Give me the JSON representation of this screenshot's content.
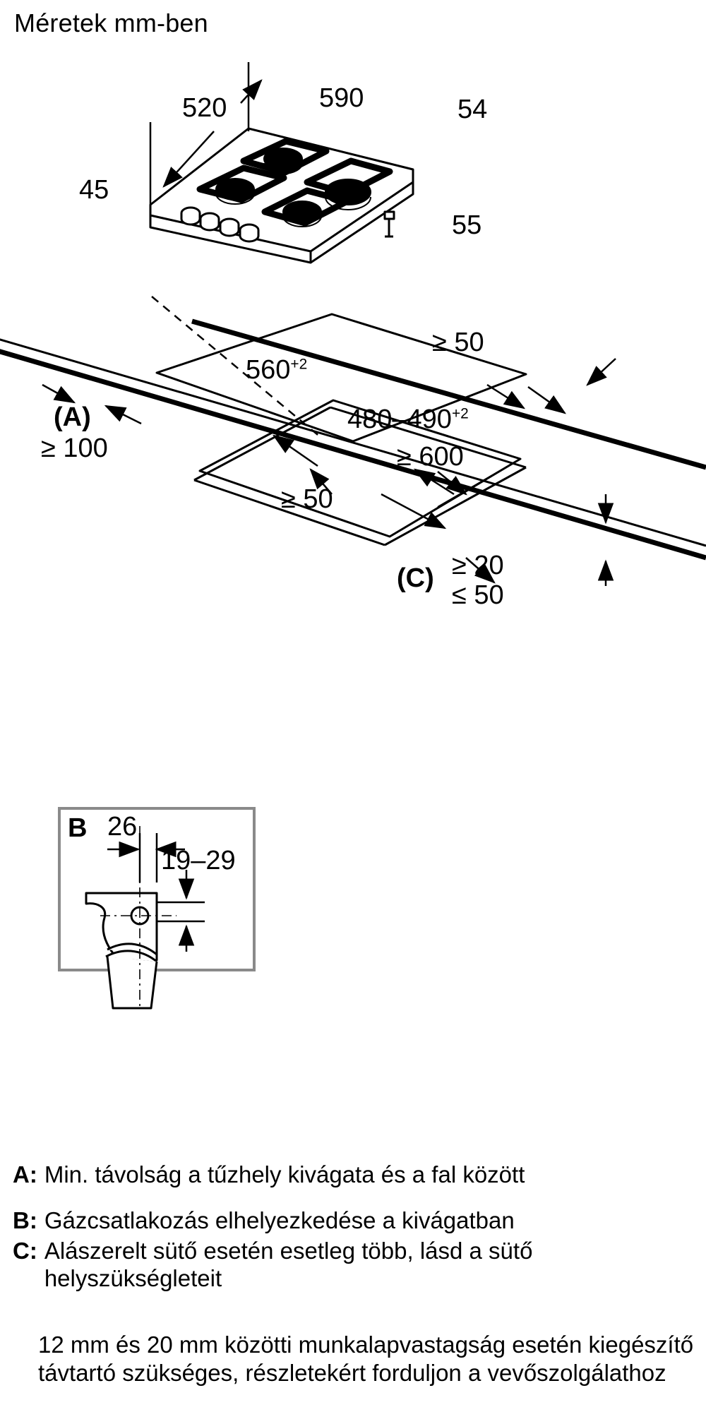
{
  "title": "Méretek mm-ben",
  "appliance_dimensions": {
    "depth": "520",
    "width": "590",
    "front_lip_height": "45",
    "top_frame_height": "54",
    "body_height": "55"
  },
  "cutout_dimensions": {
    "cutout_width": "560",
    "cutout_width_tol": "+2",
    "cutout_depth": "480–490",
    "cutout_depth_tol": "+2",
    "wall_distance_rear": "≥ 50",
    "wall_distance_front": "≥ 50",
    "wall_distance_side_a": "≥ 100",
    "worktop_clearance": "≥ 600",
    "label_a": "(A)",
    "label_c": "(C)",
    "overhang_min": "≥ 20",
    "overhang_max": "≤ 50"
  },
  "detail_b": {
    "letter": "B",
    "offset_horizontal": "26",
    "offset_vertical": "19–29"
  },
  "legend": [
    {
      "key": "A:",
      "text": "Min. távolság a tűzhely kivágata és a fal között"
    },
    {
      "key": "B:",
      "text": "Gázcsatlakozás elhelyezkedése a kivágatban"
    },
    {
      "key": "C:",
      "text": "Alászerelt sütő esetén esetleg több, lásd a sütő helyszükségleteit"
    }
  ],
  "footnote": "12 mm és 20 mm közötti munkalapvastagság esetén kiegészítő távtartó szükséges, részletekért forduljon a vevőszolgálathoz",
  "colors": {
    "ink": "#000000",
    "box_border": "#8a8a8a",
    "background": "#ffffff"
  }
}
